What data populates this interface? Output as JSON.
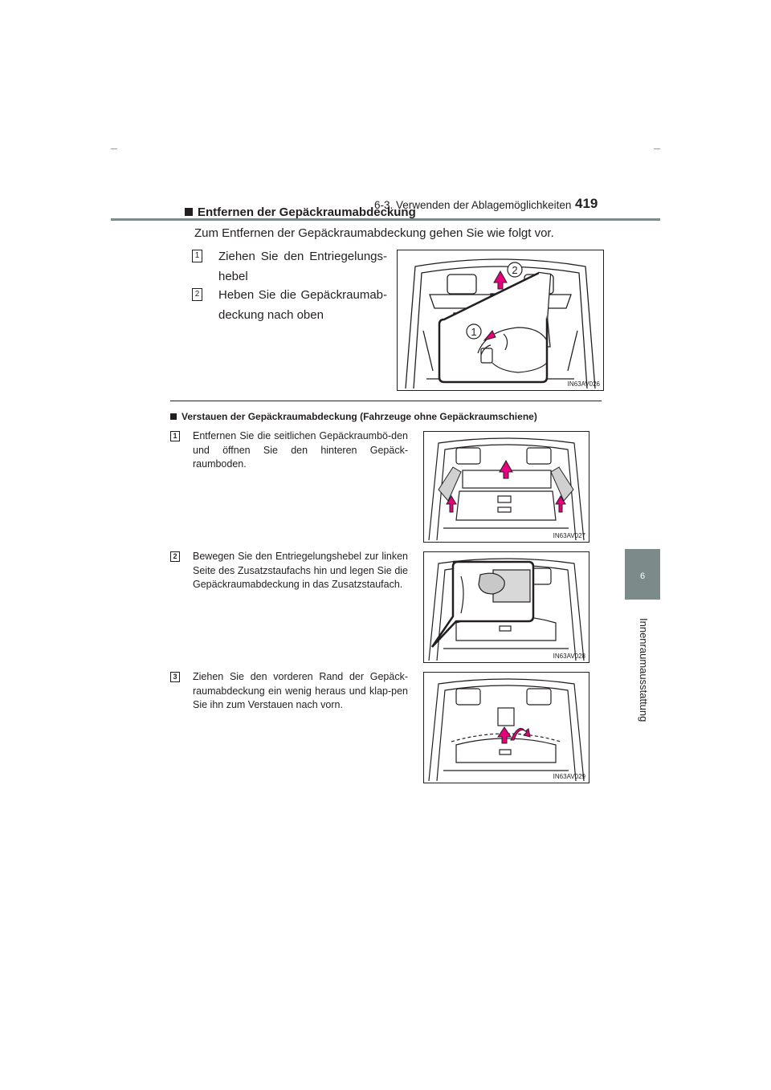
{
  "header": {
    "section_title": "6-3. Verwenden der Ablagemöglichkeiten",
    "page_number": "419"
  },
  "side_tab": {
    "chapter_number": "6",
    "chapter_title": "Innenraumausstattung"
  },
  "section1": {
    "heading": "Entfernen der Gepäckraumabdeckung",
    "intro": "Zum Entfernen der Gepäckraumabdeckung gehen Sie wie folgt vor.",
    "steps": [
      {
        "number": "1",
        "text": "Ziehen Sie den Entriegelungs-hebel"
      },
      {
        "number": "2",
        "text": "Heben Sie die Gepäckraumab-deckung nach oben"
      }
    ],
    "figure": {
      "id": "IN63AV026",
      "callout_1": "1",
      "callout_2": "2"
    }
  },
  "section2": {
    "heading": "Verstauen der Gepäckraumabdeckung (Fahrzeuge ohne Gepäckraumschiene)",
    "steps": [
      {
        "number": "1",
        "text": "Entfernen Sie die seitlichen Gepäckraumbö-den und öffnen Sie den hinteren Gepäck-raumboden.",
        "figure_id": "IN63AV027"
      },
      {
        "number": "2",
        "text": "Bewegen Sie den Entriegelungshebel zur linken Seite des Zusatzstaufachs hin und legen Sie die Gepäckraumabdeckung in das Zusatzstaufach.",
        "figure_id": "IN63AV028"
      },
      {
        "number": "3",
        "text": "Ziehen Sie den vorderen Rand der Gepäck-raumabdeckung ein wenig heraus und klap-pen Sie ihn zum Verstauen nach vorn.",
        "figure_id": "IN63AV029"
      }
    ]
  },
  "colors": {
    "accent_gray": "#7d8a8a",
    "arrow_fill": "#e6007e",
    "text": "#231f20"
  }
}
